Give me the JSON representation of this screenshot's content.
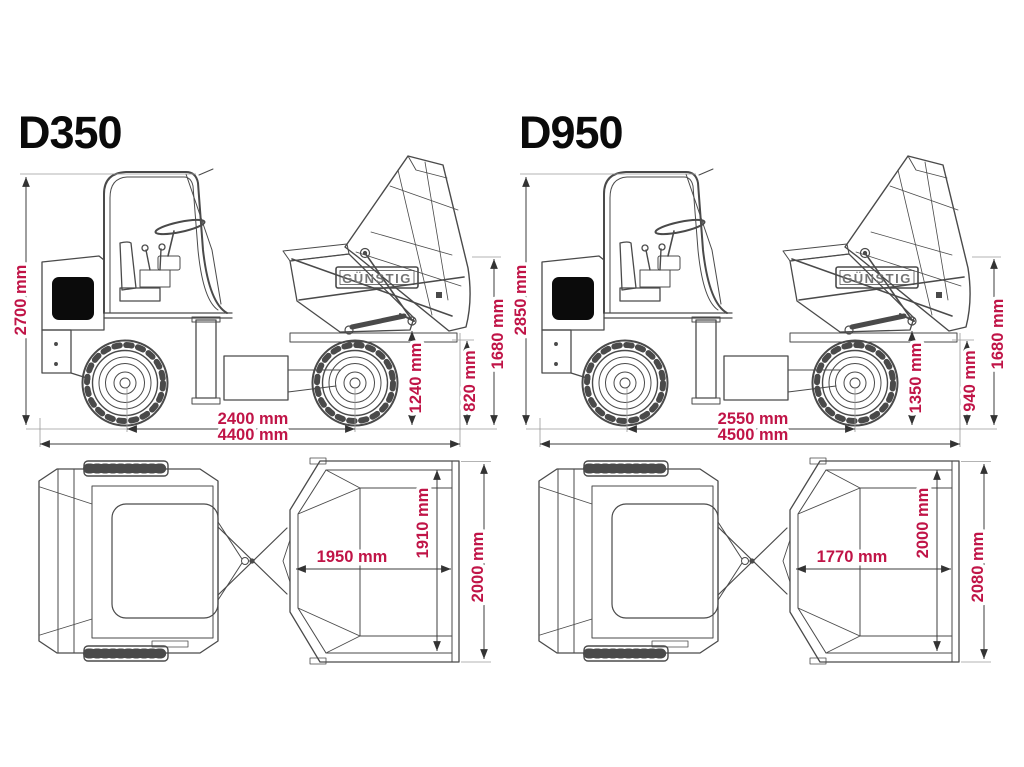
{
  "brand_label": "GÜNSTIG",
  "colors": {
    "background": "#ffffff",
    "line_art": "#4a4a4a",
    "dimension_text": "#c01447",
    "title_text": "#0a0a0a"
  },
  "models": [
    {
      "name": "D350",
      "side_view": {
        "overall_height": "2700 mm",
        "tipping_pivot_height": "1240 mm",
        "loading_edge_height": "820 mm",
        "skip_raised_height": "1680 mm",
        "wheelbase": "2400 mm",
        "overall_length": "4400 mm"
      },
      "top_view": {
        "skip_inner_width": "1950 mm",
        "skip_inner_length": "1910 mm",
        "overall_width": "2000 mm"
      }
    },
    {
      "name": "D950",
      "side_view": {
        "overall_height": "2850 mm",
        "tipping_pivot_height": "1350 mm",
        "loading_edge_height": "940 mm",
        "skip_raised_height": "1680 mm",
        "wheelbase": "2550 mm",
        "overall_length": "4500 mm"
      },
      "top_view": {
        "skip_inner_width": "1770 mm",
        "skip_inner_length": "2000 mm",
        "overall_width": "2080 mm"
      }
    }
  ]
}
